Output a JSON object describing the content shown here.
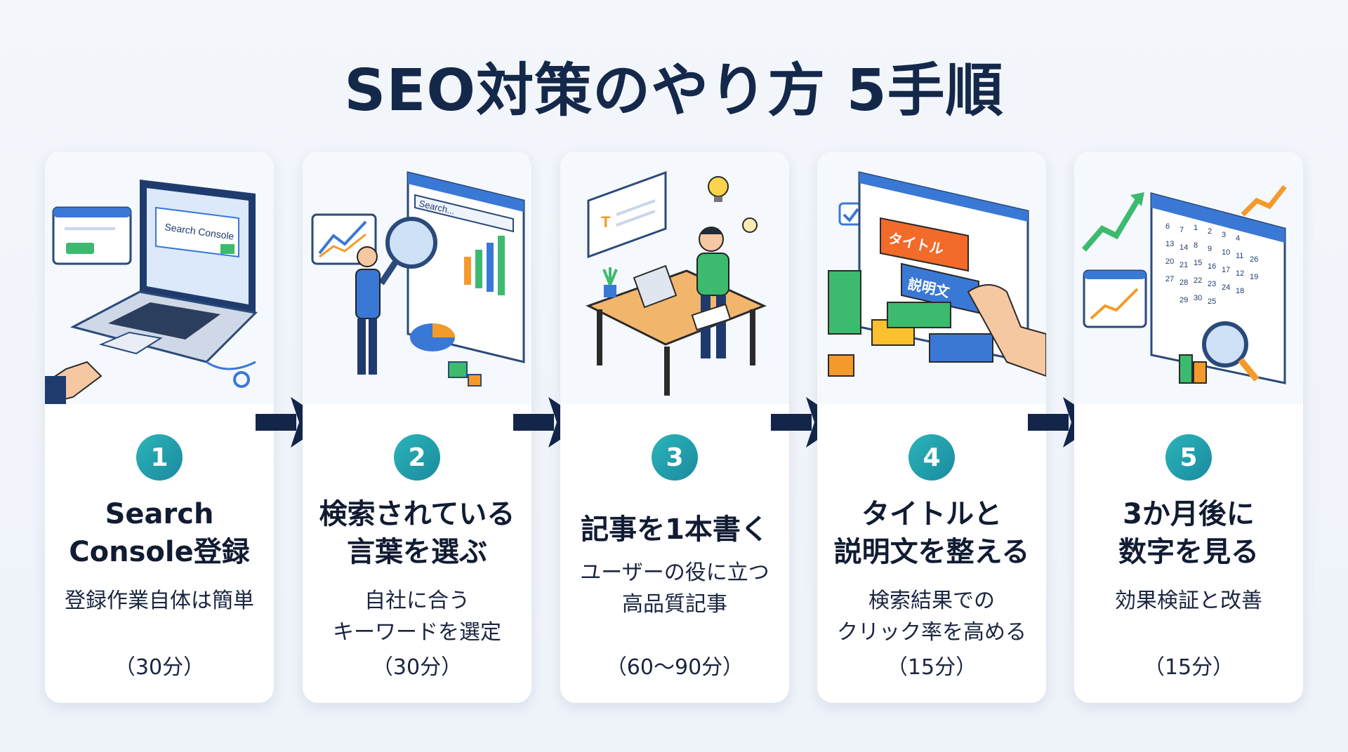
{
  "title": "SEO対策のやり方 5手順",
  "steps": [
    {
      "number": "1",
      "title": [
        "Search",
        "Console登録"
      ],
      "desc": [
        "登録作業自体は簡単"
      ],
      "time": "（30分）",
      "illus_text": "Search Console"
    },
    {
      "number": "2",
      "title": [
        "検索されている",
        "言葉を選ぶ"
      ],
      "desc": [
        "自社に合う",
        "キーワードを選定"
      ],
      "time": "（30分）",
      "illus_text": "Search..."
    },
    {
      "number": "3",
      "title": [
        "記事を1本書く"
      ],
      "desc": [
        "ユーザーの役に立つ",
        "高品質記事"
      ],
      "time": "（60〜90分）",
      "illus_text": "T"
    },
    {
      "number": "4",
      "title": [
        "タイトルと",
        "説明文を整える"
      ],
      "desc": [
        "検索結果での",
        "クリック率を高める"
      ],
      "time": "（15分）",
      "illus_text": [
        "タイトル",
        "説明文"
      ]
    },
    {
      "number": "5",
      "title": [
        "3か月後に",
        "数字を見る"
      ],
      "desc": [
        "効果検証と改善"
      ],
      "time": "（15分）",
      "illus_text": [
        "6",
        "7",
        "1",
        "2",
        "3",
        "4",
        "13",
        "14",
        "8",
        "9",
        "10",
        "11",
        "20",
        "21",
        "15",
        "16",
        "17",
        "12",
        "27",
        "28",
        "22",
        "23",
        "24",
        "18",
        "29",
        "30",
        "25",
        "19",
        "26"
      ]
    }
  ],
  "colors": {
    "title": "#14284a",
    "badge": "#1f9fae",
    "arrow": "#13264a",
    "accent_blue": "#3a78d6",
    "accent_green": "#3cba6e",
    "accent_orange": "#f39a2b"
  }
}
